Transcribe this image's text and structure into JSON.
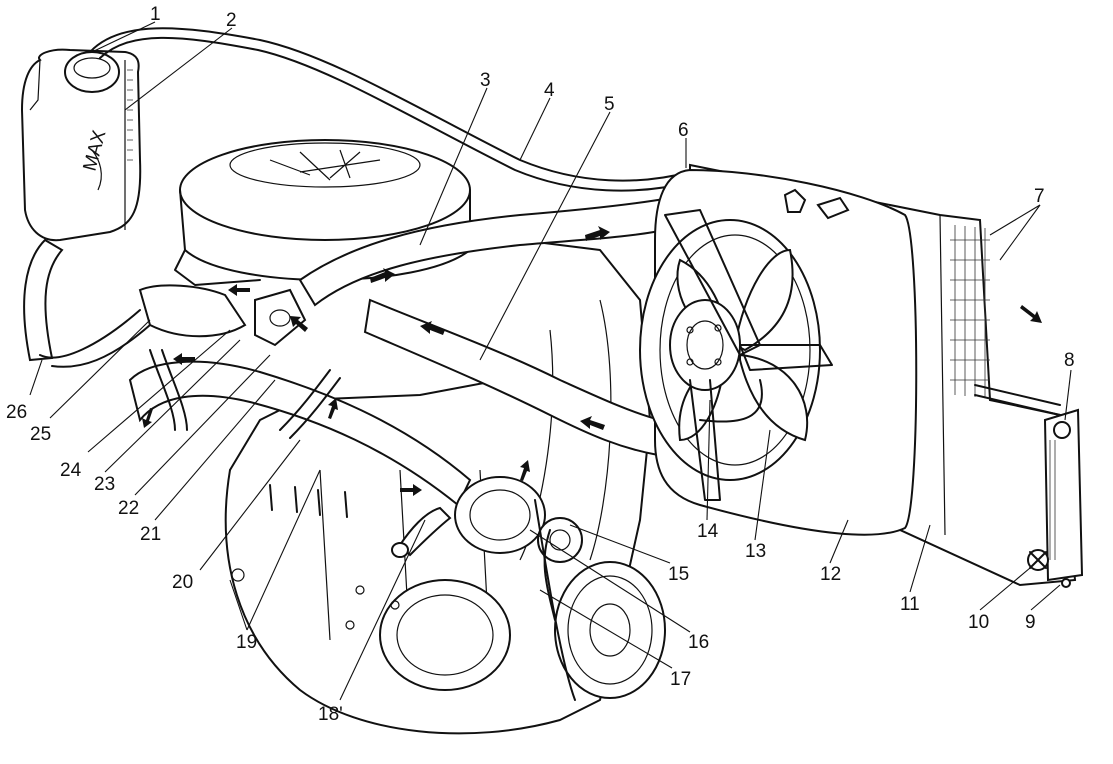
{
  "diagram": {
    "callouts": [
      "1",
      "2",
      "3",
      "4",
      "5",
      "6",
      "7",
      "8",
      "9",
      "10",
      "11",
      "12",
      "13",
      "14",
      "15",
      "16",
      "17",
      "18'",
      "19",
      "20",
      "21",
      "22",
      "23",
      "24",
      "25",
      "26"
    ],
    "colors": {
      "ink": "#111111",
      "paper": "#ffffff"
    }
  }
}
